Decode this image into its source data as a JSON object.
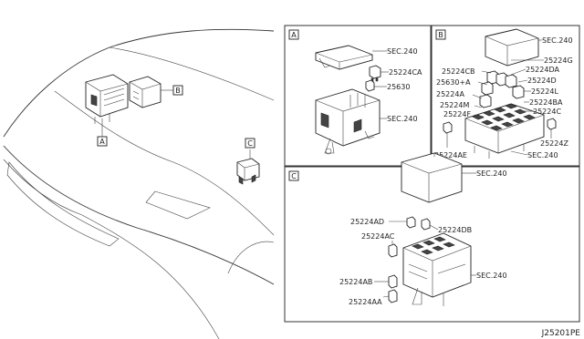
{
  "views": {
    "A": {
      "tag": "A",
      "labels": {
        "cover": "SEC.240",
        "relay": "25224CA",
        "clip": "25630",
        "base": "SEC.240"
      }
    },
    "B": {
      "tag": "B",
      "labels": {
        "sec_top": "SEC.240",
        "g": "25224G",
        "cb": "25224CB",
        "da": "25224DA",
        "plus_a": "25630+A",
        "d": "25224D",
        "l": "25224L",
        "a": "25224A",
        "ba": "25224BA",
        "m": "25224M",
        "c": "25224C",
        "f": "25224F",
        "z": "25224Z",
        "ae": "25224AE",
        "sec_bottom": "SEC.240"
      }
    },
    "C": {
      "tag": "C",
      "labels": {
        "sec_top": "SEC.240",
        "ad": "25224AD",
        "db": "25224DB",
        "ac": "25224AC",
        "ab": "25224AB",
        "sec_mid": "SEC.240",
        "aa": "25224AA"
      }
    }
  },
  "overview": {
    "tag_a": "A",
    "tag_b": "B",
    "tag_c": "C"
  },
  "diagram_id": "J25201PE"
}
